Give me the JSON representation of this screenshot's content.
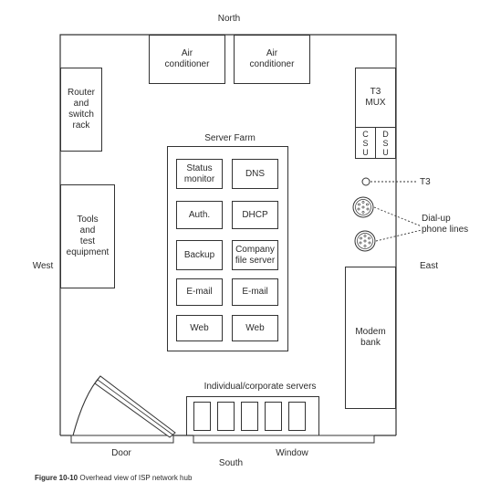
{
  "compass": {
    "north": "North",
    "south": "South",
    "east": "East",
    "west": "West"
  },
  "air_conditioners": [
    "Air\nconditioner",
    "Air\nconditioner"
  ],
  "router_rack": "Router\nand\nswitch\nrack",
  "tools": "Tools\nand\ntest\nequipment",
  "t3_mux": "T3\nMUX",
  "csu": "C\nS\nU",
  "dsu": "D\nS\nU",
  "t3_label": "T3",
  "dialup_label": "Dial-up\nphone lines",
  "server_farm": {
    "title": "Server Farm",
    "servers": [
      "Status\nmonitor",
      "DNS",
      "Auth.",
      "DHCP",
      "Backup",
      "Company\nfile server",
      "E-mail",
      "E-mail",
      "Web",
      "Web"
    ]
  },
  "modem_bank": "Modem\nbank",
  "individual_servers": "Individual/corporate servers",
  "door": "Door",
  "window": "Window",
  "caption": {
    "figure": "Figure 10-10",
    "text": "  Overhead view of ISP network hub"
  }
}
